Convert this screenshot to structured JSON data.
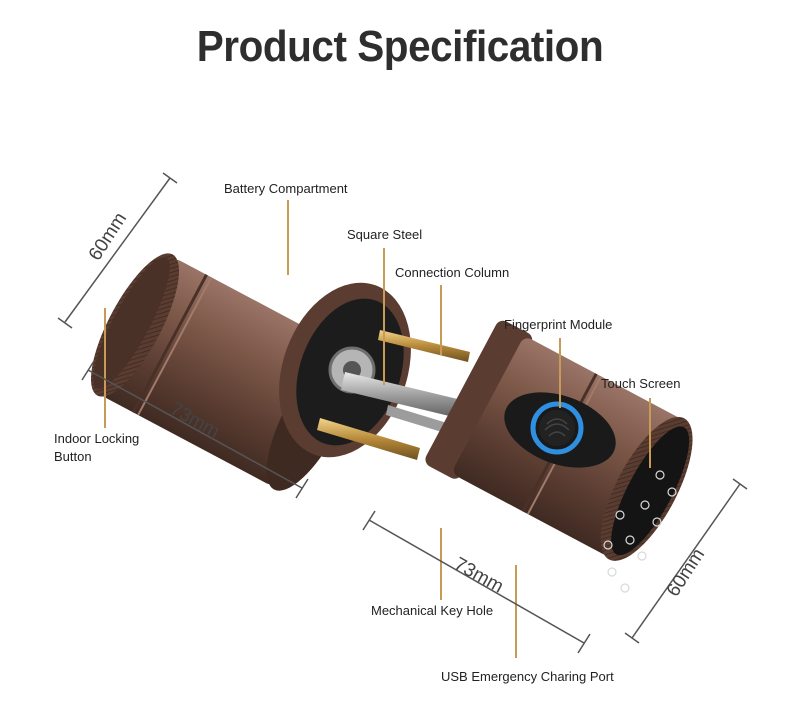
{
  "title": "Product Specification",
  "callouts": {
    "battery_compartment": "Battery Compartment",
    "square_steel": "Square Steel",
    "connection_column": "Connection Column",
    "fingerprint_module": "Fingerprint Module",
    "touch_screen": "Touch Screen",
    "indoor_locking_button_line1": "Indoor Locking",
    "indoor_locking_button_line2": "Button",
    "mechanical_key_hole": "Mechanical Key Hole",
    "usb_port": "USB Emergency Charing Port"
  },
  "dimensions": {
    "left_diameter": "60mm",
    "left_length": "73mm",
    "right_length": "73mm",
    "right_diameter": "60mm"
  },
  "colors": {
    "body": "#6b4a3e",
    "body_dark": "#3f2a22",
    "body_light": "#9a7466",
    "leader": "#c79a55",
    "fingerprint_ring": "#2f8fe0",
    "panel": "#141414"
  },
  "icons": [
    "fingerprint-icon",
    "keypad-icon"
  ]
}
